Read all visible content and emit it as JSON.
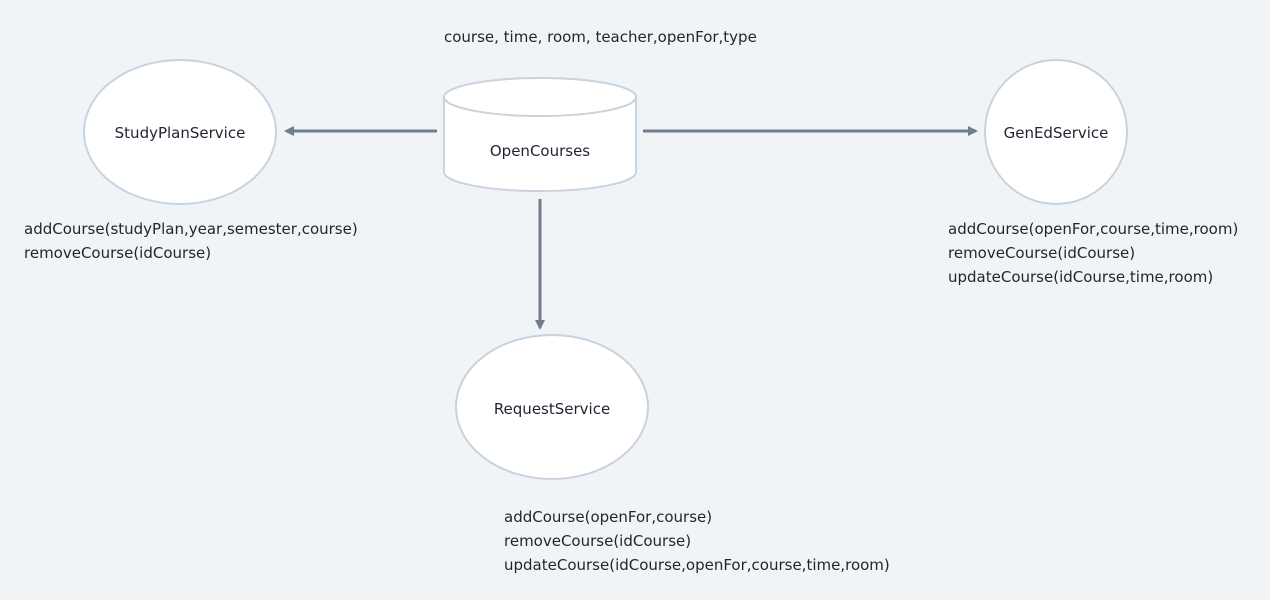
{
  "datastore": {
    "label": "OpenCourses",
    "fields": "course, time, room, teacher,openFor,type"
  },
  "services": {
    "study_plan": {
      "label": "StudyPlanService",
      "methods": [
        "addCourse(studyPlan,year,semester,course)",
        "removeCourse(idCourse)"
      ]
    },
    "gen_ed": {
      "label": "GenEdService",
      "methods": [
        "addCourse(openFor,course,time,room)",
        "removeCourse(idCourse)",
        "updateCourse(idCourse,time,room)"
      ]
    },
    "request": {
      "label": "RequestService",
      "methods": [
        "addCourse(openFor,course)",
        "removeCourse(idCourse)",
        "updateCourse(idCourse,openFor,course,time,room)"
      ]
    }
  },
  "colors": {
    "background": "#f0f4f7",
    "node_fill": "#ffffff",
    "node_stroke": "#c9d3dd",
    "arrow": "#6f7d8c",
    "text": "#1f2430"
  }
}
